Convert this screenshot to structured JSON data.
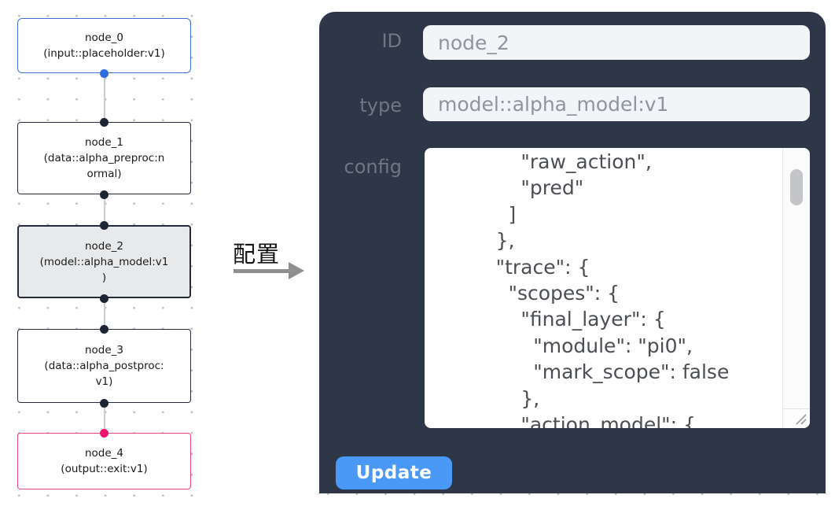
{
  "canvas": {
    "nodes": [
      {
        "id": "node_0",
        "line1": "node_0",
        "line2": "(input::placeholder:v1)",
        "line3": ""
      },
      {
        "id": "node_1",
        "line1": "node_1",
        "line2": "(data::alpha_preproc:n",
        "line3": "ormal)"
      },
      {
        "id": "node_2",
        "line1": "node_2",
        "line2": "(model::alpha_model:v1",
        "line3": ")"
      },
      {
        "id": "node_3",
        "line1": "node_3",
        "line2": "(data::alpha_postproc:",
        "line3": "v1)"
      },
      {
        "id": "node_4",
        "line1": "node_4",
        "line2": "(output::exit:v1)",
        "line3": ""
      }
    ]
  },
  "transfer": {
    "label": "配置"
  },
  "panel": {
    "id_label": "ID",
    "id_value": "node_2",
    "type_label": "type",
    "type_value": "model::alpha_model:v1",
    "config_label": "config",
    "config_text": "            \"raw_action\",\n            \"pred\"\n          ]\n        },\n        \"trace\": {\n          \"scopes\": {\n            \"final_layer\": {\n              \"module\": \"pi0\",\n              \"mark_scope\": false\n            },\n            \"action_model\": {",
    "update_label": "Update"
  },
  "colors": {
    "panel_bg": "#2e3747",
    "input_bg": "#f2f4f8",
    "button_blue": "#4a99f7",
    "node_default_border": "#252b3a",
    "node_input_border": "#3f6fd1",
    "node_output_border": "#ea407c",
    "node_selected_fill": "#e8e9eb",
    "port_dark": "#1d2433",
    "port_blue": "#2e6be0",
    "port_pink": "#f0156d",
    "edge_gray": "#c9ccd1"
  }
}
